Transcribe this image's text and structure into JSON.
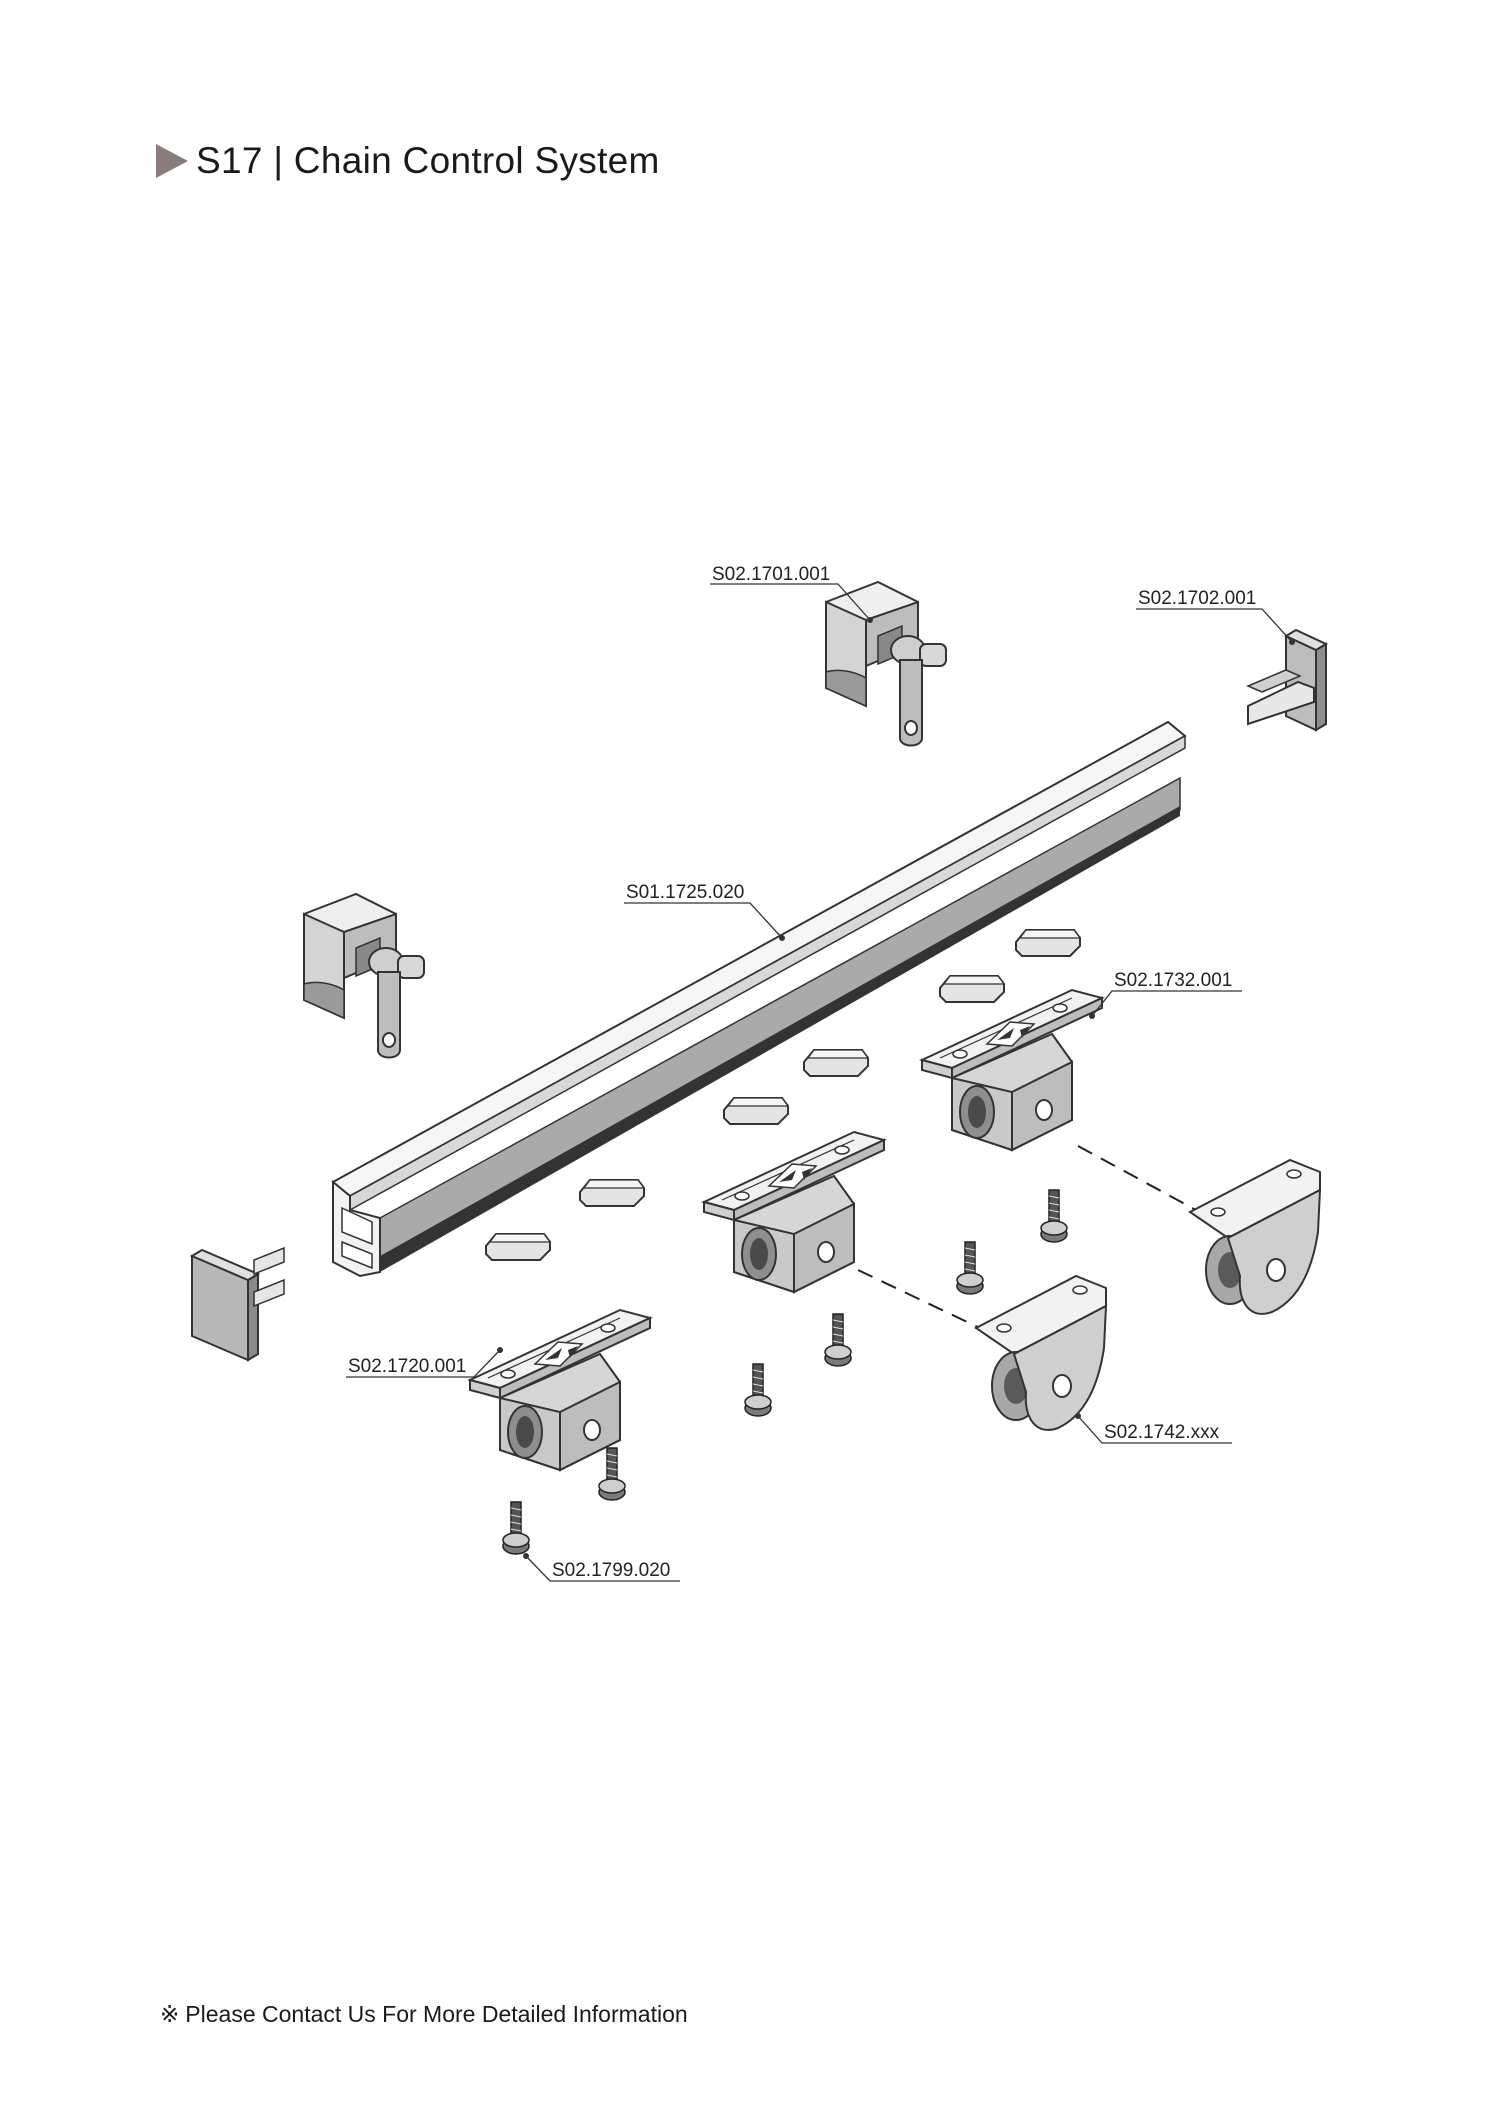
{
  "header": {
    "title": "S17 | Chain Control System",
    "arrow_color": "#8a7c7c"
  },
  "parts": {
    "end_cap_top": "S02.1701.001",
    "end_plug": "S02.1702.001",
    "rail": "S01.1725.020",
    "carrier": "S02.1732.001",
    "runner": "S02.1720.001",
    "bracket": "S02.1742.xxx",
    "screw": "S02.1799.020"
  },
  "footer": {
    "mark": "※",
    "text": "Please Contact Us For More Detailed Information"
  }
}
